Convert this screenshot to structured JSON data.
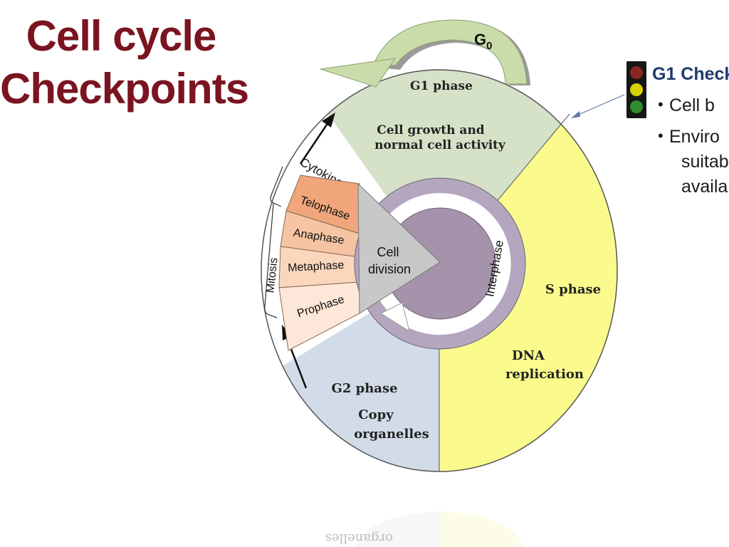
{
  "slide": {
    "title_line1": "Cell cycle",
    "title_line2": "Checkpoints"
  },
  "diagram": {
    "g0_label": "G",
    "g0_subscript": "0",
    "g1": {
      "name": "G1 phase",
      "desc1": "Cell growth and",
      "desc2": "normal cell activity",
      "color": "#d5e2c8"
    },
    "s": {
      "name": "S phase",
      "desc1": "DNA",
      "desc2": "replication",
      "color": "#fafb8c"
    },
    "g2": {
      "name": "G2 phase",
      "desc1": "Copy",
      "desc2": "organelles",
      "color": "#d2dce8"
    },
    "mitosis_label": "Mitosis",
    "cytokinesis_label": "Cytokinesis",
    "stages": [
      "Telophase",
      "Anaphase",
      "Metaphase",
      "Prophase"
    ],
    "cell_division1": "Cell",
    "cell_division2": "division",
    "interphase_label": "Interphase",
    "colors": {
      "telophase": "#f0a67a",
      "anaphase": "#f6c4a2",
      "metaphase": "#fad6bd",
      "prophase": "#fde7d8",
      "cell_division": "#c8c8c8",
      "interphase_ring": "#b4a6be",
      "inner_disc": "#a493aa",
      "g0_arrow": "#c9dcaa",
      "g0_arrow_shadow": "#9a9a9a"
    }
  },
  "checkpoint_panel": {
    "title": "G1 Check",
    "bullet1": "Cell b",
    "bullet2_line1": "Enviro",
    "bullet2_line2": "suitab",
    "bullet2_line3": "availa",
    "lights": [
      "#8b2323",
      "#d8d000",
      "#2e8b2e"
    ],
    "pointer_icon": "arrow"
  }
}
